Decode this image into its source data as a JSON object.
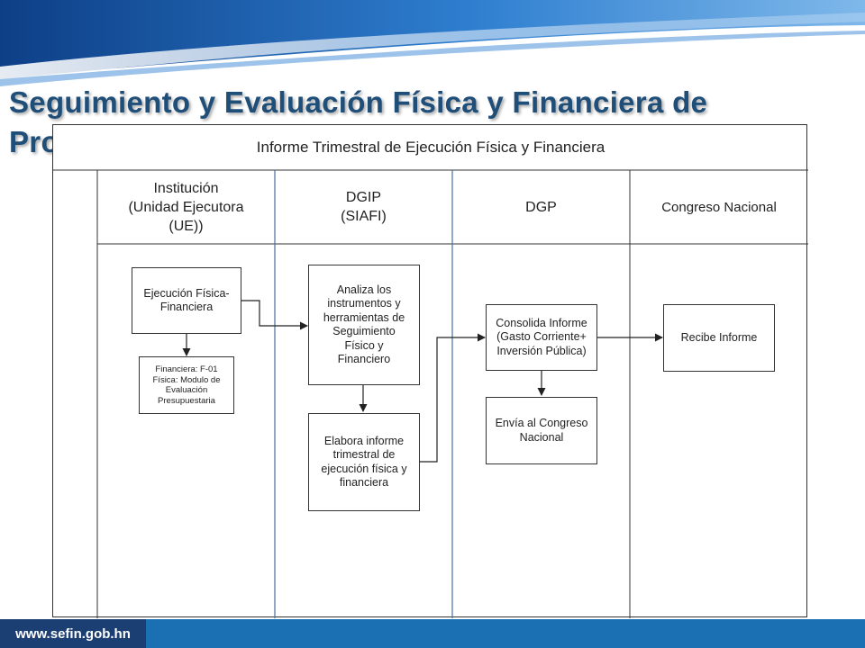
{
  "slide": {
    "title_line1": "Seguimiento y Evaluación Física y Financiera de",
    "title_line2": "Pro"
  },
  "diagram": {
    "title": "Informe Trimestral de Ejecución Física y Financiera",
    "lanes": [
      {
        "header": "Institución\n(Unidad Ejecutora\n(UE))"
      },
      {
        "header": "DGIP\n(SIAFI)"
      },
      {
        "header": "DGP"
      },
      {
        "header": "Congreso Nacional"
      }
    ],
    "nodes": {
      "ejecucion": "Ejecución Física-\nFinanciera",
      "modulo": "Financiera: F-01\nFísica: Modulo de\nEvaluación\nPresupuestaria",
      "analiza": "Analiza los\ninstrumentos y\nherramientas de\nSeguimiento\nFísico y\nFinanciero",
      "elabora": "Elabora informe\ntrimestral de\nejecución física y\nfinanciera",
      "consolida": "Consolida Informe\n(Gasto Corriente+\nInversión Pública)",
      "envia": "Envía al Congreso\nNacional",
      "recibe": "Recibe Informe"
    },
    "colors": {
      "lane_divider": "#4a6fa5",
      "border": "#333333"
    }
  },
  "footer": {
    "url": "www.sefin.gob.hn"
  },
  "colors": {
    "title": "#1f4e79",
    "footer_dark": "#1c3f73",
    "footer_light": "#1b6fb3"
  }
}
